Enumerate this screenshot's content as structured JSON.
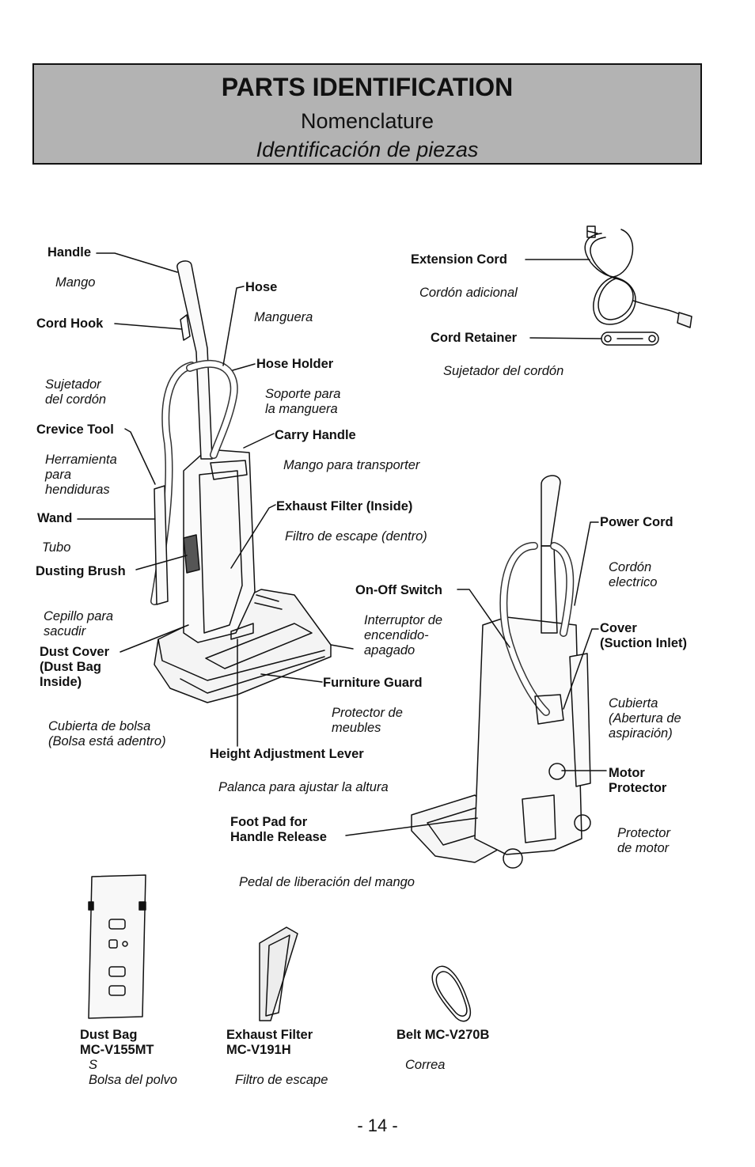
{
  "header": {
    "title": "PARTS IDENTIFICATION",
    "subtitle_fr": "Nomenclature",
    "subtitle_es": "Identificación de piezas"
  },
  "labels": {
    "handle": "Handle",
    "handle_es": "Mango",
    "cord_hook": "Cord Hook",
    "cord_hook_es1": "Sujetador",
    "cord_hook_es2": "del cordón",
    "crevice_tool": "Crevice Tool",
    "crevice_es1": "Herramienta",
    "crevice_es2": "para",
    "crevice_es3": "hendiduras",
    "wand": "Wand",
    "wand_es": "Tubo",
    "dusting_brush": "Dusting Brush",
    "dusting_es1": "Cepillo para",
    "dusting_es2": "sacudir",
    "dust_cover1": "Dust Cover",
    "dust_cover2": "(Dust Bag",
    "dust_cover3": "Inside)",
    "dust_cover_es1": "Cubierta de bolsa",
    "dust_cover_es2": "(Bolsa está adentro)",
    "hose": "Hose",
    "hose_es": "Manguera",
    "hose_holder": "Hose Holder",
    "hose_holder_es1": "Soporte para",
    "hose_holder_es2": "la manguera",
    "carry_handle": "Carry Handle",
    "carry_handle_es": "Mango para transporter",
    "exhaust_filter_inside": "Exhaust Filter (Inside)",
    "exhaust_filter_inside_es": "Filtro de escape (dentro)",
    "on_off": "On-Off Switch",
    "on_off_es1": "Interruptor de",
    "on_off_es2": "encendido-",
    "on_off_es3": "apagado",
    "furniture_guard": "Furniture Guard",
    "furniture_guard_es1": "Protector de",
    "furniture_guard_es2": "meubles",
    "height_lever": "Height Adjustment Lever",
    "height_lever_es": "Palanca para ajustar la altura",
    "foot_pad1": "Foot Pad for",
    "foot_pad2": "Handle Release",
    "foot_pad_es": "Pedal de liberación del mango",
    "ext_cord": "Extension  Cord",
    "ext_cord_es": "Cordón adicional",
    "cord_retainer": "Cord Retainer",
    "cord_retainer_es": "Sujetador del cordón",
    "power_cord": "Power Cord",
    "power_cord_es1": "Cordón",
    "power_cord_es2": "electrico",
    "cover1": "Cover",
    "cover2": "(Suction Inlet)",
    "cover_es1": "Cubierta",
    "cover_es2": "(Abertura de",
    "cover_es3": "aspiración)",
    "motor1": "Motor",
    "motor2": "Protector",
    "motor_es1": "Protector",
    "motor_es2": "de motor",
    "dust_bag1": "Dust Bag",
    "dust_bag2": "MC-V155MT",
    "dust_bag3": "S",
    "dust_bag_es": "Bolsa del polvo",
    "exhaust1": "Exhaust Filter",
    "exhaust2": "MC-V191H",
    "exhaust_es": "Filtro de escape",
    "belt": "Belt MC-V270B",
    "belt_es": "Correa"
  },
  "page_number": "- 14 -"
}
